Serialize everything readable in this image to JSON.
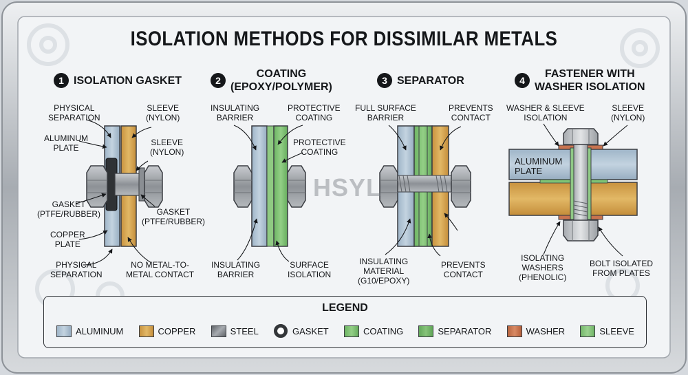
{
  "title": "ISOLATION METHODS FOR DISSIMILAR METALS",
  "watermark": "HSYL",
  "sections": [
    {
      "number": "1",
      "heading": "ISOLATION GASKET",
      "labels": {
        "physical_separation_top": "PHYSICAL\nSEPARATION",
        "sleeve_top": "SLEEVE\n(NYLON)",
        "aluminum_plate": "ALUMINUM\nPLATE",
        "sleeve_mid": "SLEEVE\n(NYLON)",
        "gasket_left": "GASKET\n(PTFE/RUBBER)",
        "gasket_right": "GASKET\n(PTFE/RUBBER)",
        "copper_plate": "COPPER\nPLATE",
        "physical_separation_bottom": "PHYSICAL\nSEPARATION",
        "no_metal_contact": "NO METAL-TO-\nMETAL CONTACT"
      }
    },
    {
      "number": "2",
      "heading": "COATING\n(EPOXY/POLYMER)",
      "labels": {
        "insulating_barrier_top": "INSULATING\nBARRIER",
        "protective_coating_top": "PROTECTIVE\nCOATING",
        "protective_coating_mid": "PROTECTIVE\nCOATING",
        "insulating_barrier_bottom": "INSULATING\nBARRIER",
        "surface_isolation": "SURFACE\nISOLATION"
      }
    },
    {
      "number": "3",
      "heading": "SEPARATOR",
      "labels": {
        "full_surface_barrier": "FULL SURFACE\nBARRIER",
        "prevents_contact_top": "PREVENTS\nCONTACT",
        "insulating_material": "INSULATING\nMATERIAL\n(G10/EPOXY)",
        "prevents_contact_bottom": "PREVENTS\nCONTACT"
      }
    },
    {
      "number": "4",
      "heading": "FASTENER WITH\nWASHER ISOLATION",
      "labels": {
        "washer_sleeve_isolation": "WASHER & SLEEVE\nISOLATION",
        "sleeve_top": "SLEEVE\n(NYLON)",
        "aluminum_plate": "ALUMINUM\nPLATE",
        "isolating_washers": "ISOLATING\nWASHERS\n(PHENOLIC)",
        "bolt_isolated": "BOLT ISOLATED\nFROM PLATES"
      }
    }
  ],
  "legend": {
    "title": "LEGEND",
    "items": [
      {
        "label": "ALUMINUM",
        "color": "#a9bed0",
        "kind": "box"
      },
      {
        "label": "COPPER",
        "color": "#d6a550",
        "kind": "box"
      },
      {
        "label": "STEEL",
        "color": "#777b80",
        "kind": "box"
      },
      {
        "label": "GASKET",
        "color": "#333639",
        "kind": "ring"
      },
      {
        "label": "COATING",
        "color": "#7ec274",
        "kind": "box"
      },
      {
        "label": "SEPARATOR",
        "color": "#6fb569",
        "kind": "box"
      },
      {
        "label": "WASHER",
        "color": "#c8734f",
        "kind": "box"
      },
      {
        "label": "SLEEVE",
        "color": "#84c27b",
        "kind": "box"
      }
    ]
  },
  "colors": {
    "aluminum": "#a9bed0",
    "copper": "#d6a550",
    "steel": "#8d9196",
    "green": "#7ec274",
    "washer": "#c8734f",
    "text": "#15171a"
  }
}
